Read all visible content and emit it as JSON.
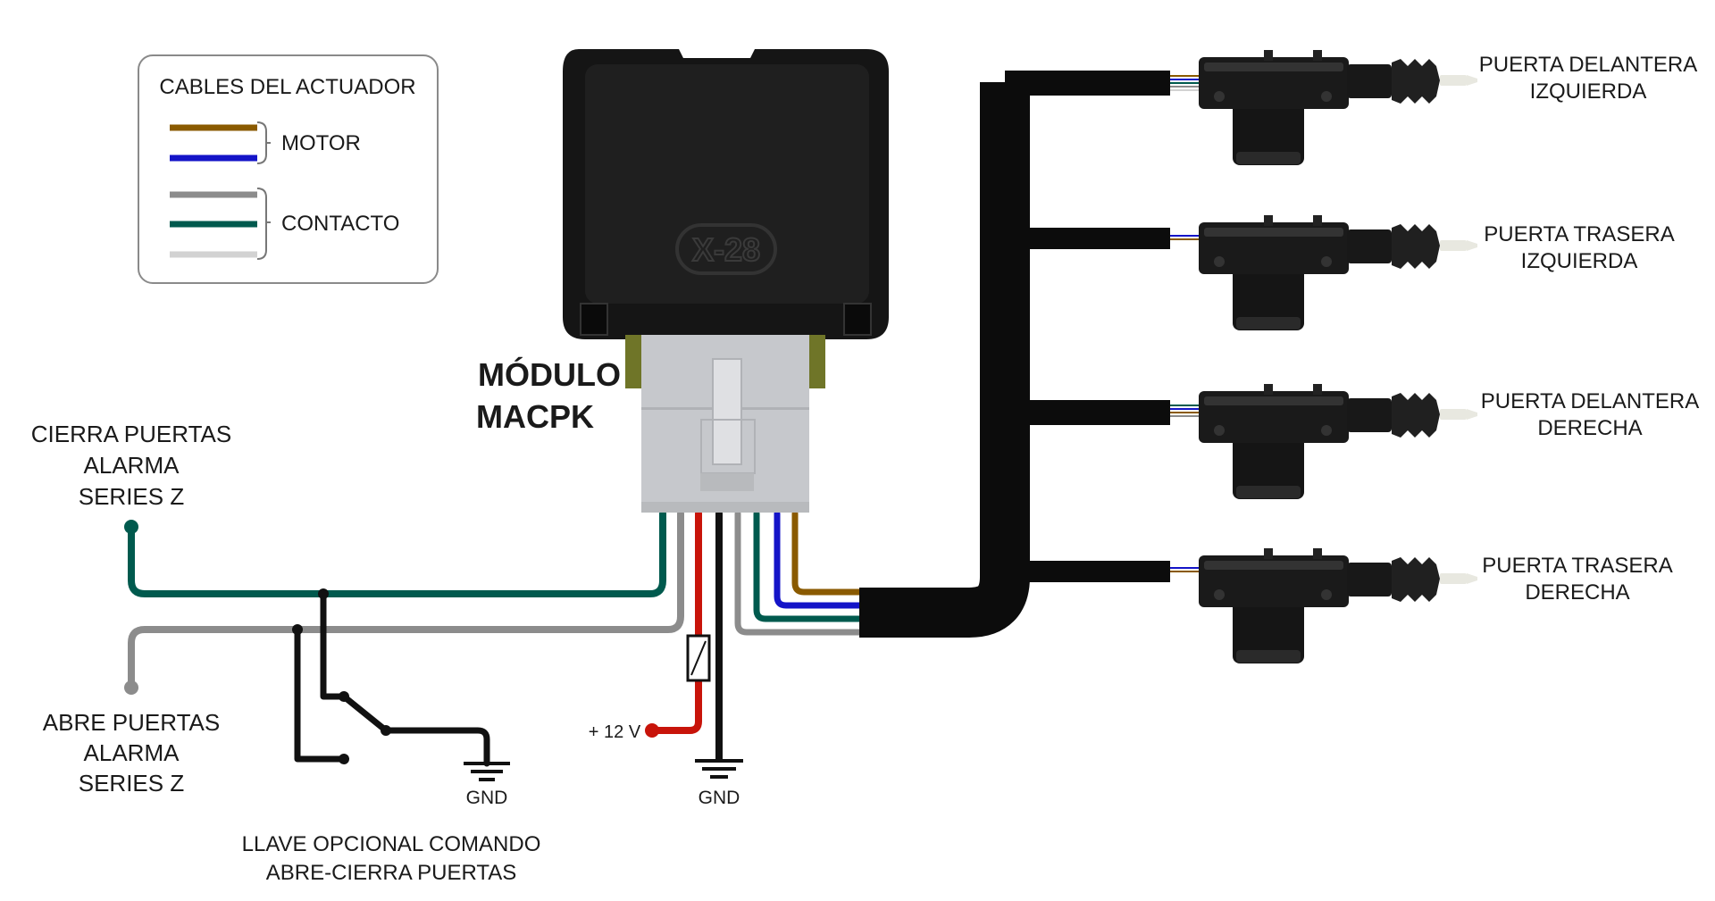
{
  "legend": {
    "title": "CABLES DEL ACTUADOR",
    "groups": [
      {
        "label": "MOTOR",
        "wire_colors": [
          "#8a5a00",
          "#1414c8"
        ]
      },
      {
        "label": "CONTACTO",
        "wire_colors": [
          "#8c8c8c",
          "#005a4e",
          "#d2d2d2"
        ]
      }
    ]
  },
  "module": {
    "logo_text": "X-28",
    "label_line1": "MÓDULO",
    "label_line2": "MACPK"
  },
  "doors": [
    {
      "line1": "PUERTA DELANTERA",
      "line2": "IZQUIERDA"
    },
    {
      "line1": "PUERTA TRASERA",
      "line2": "IZQUIERDA"
    },
    {
      "line1": "PUERTA DELANTERA",
      "line2": "DERECHA"
    },
    {
      "line1": "PUERTA TRASERA",
      "line2": "DERECHA"
    }
  ],
  "inputs": {
    "close": [
      "CIERRA PUERTAS",
      "ALARMA",
      "SERIES Z"
    ],
    "open": [
      "ABRE PUERTAS",
      "ALARMA",
      "SERIES Z"
    ]
  },
  "power": {
    "label": "+ 12 V"
  },
  "ground_labels": [
    "GND",
    "GND"
  ],
  "optional_switch": {
    "line1": "LLAVE OPCIONAL COMANDO",
    "line2": "ABRE-CIERRA PUERTAS"
  },
  "colors": {
    "brown": "#8a5a00",
    "blue": "#1414c8",
    "gray": "#8c8c8c",
    "green": "#005a4e",
    "light_gray": "#d2d2d2",
    "red": "#c8140a",
    "black": "#111111"
  }
}
